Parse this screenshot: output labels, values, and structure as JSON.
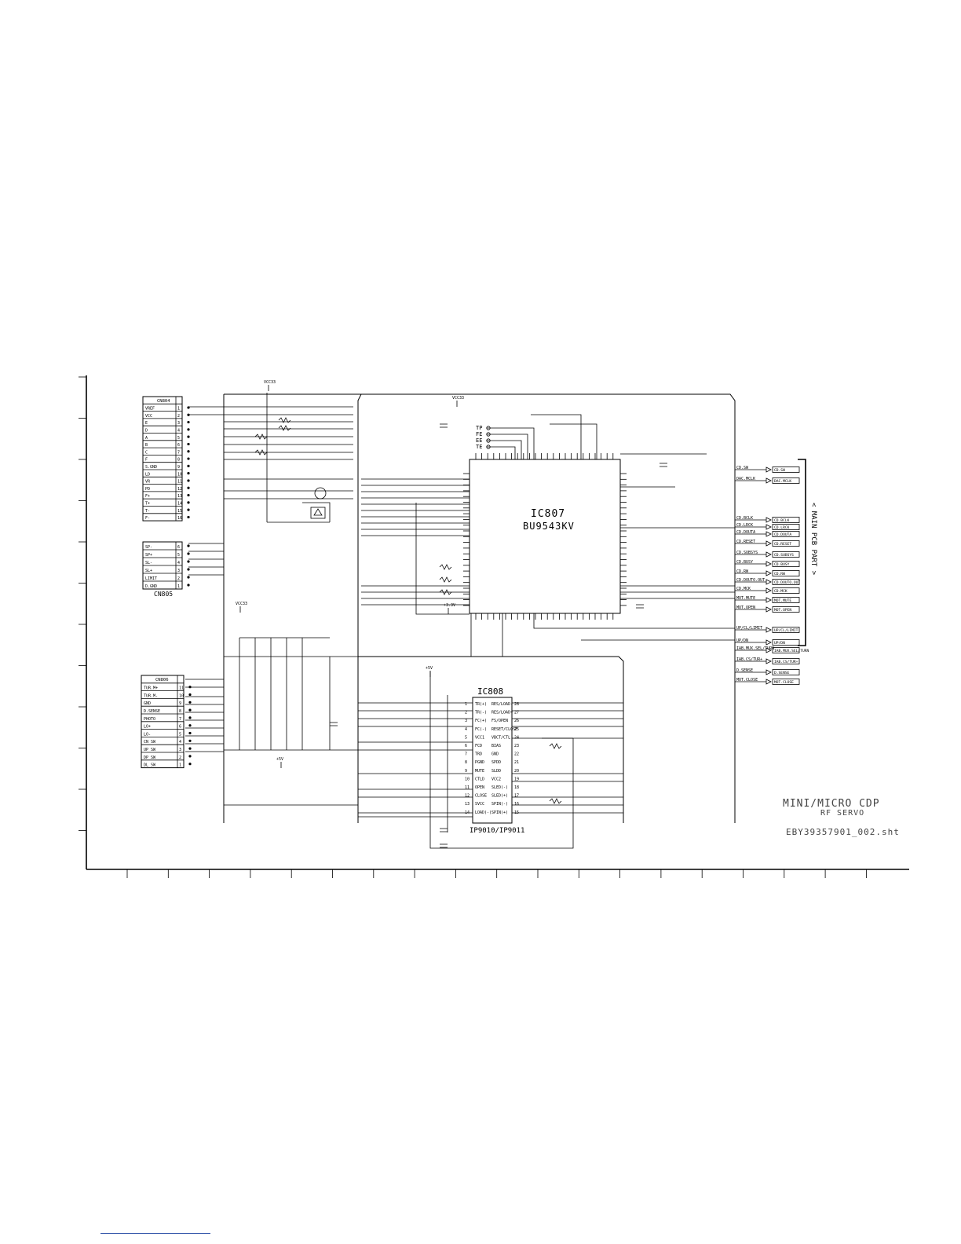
{
  "connectors": [
    {
      "name": "CN804",
      "pins": [
        {
          "n": "1",
          "sig": "VREF"
        },
        {
          "n": "2",
          "sig": "VCC"
        },
        {
          "n": "3",
          "sig": "E"
        },
        {
          "n": "4",
          "sig": "D"
        },
        {
          "n": "5",
          "sig": "A"
        },
        {
          "n": "6",
          "sig": "B"
        },
        {
          "n": "7",
          "sig": "C"
        },
        {
          "n": "8",
          "sig": "F"
        },
        {
          "n": "9",
          "sig": "S.GND"
        },
        {
          "n": "10",
          "sig": "LD"
        },
        {
          "n": "11",
          "sig": "VR"
        },
        {
          "n": "12",
          "sig": "PD"
        },
        {
          "n": "13",
          "sig": "F+"
        },
        {
          "n": "14",
          "sig": "T+"
        },
        {
          "n": "15",
          "sig": "T-"
        },
        {
          "n": "16",
          "sig": "F-"
        }
      ]
    },
    {
      "name": "CN805",
      "pins": [
        {
          "n": "6",
          "sig": "SP-"
        },
        {
          "n": "5",
          "sig": "SP+"
        },
        {
          "n": "4",
          "sig": "SL-"
        },
        {
          "n": "3",
          "sig": "SL+"
        },
        {
          "n": "2",
          "sig": "LIMIT"
        },
        {
          "n": "1",
          "sig": "D.GND"
        }
      ]
    },
    {
      "name": "CN806",
      "pins": [
        {
          "n": "11",
          "sig": "TUR.M+"
        },
        {
          "n": "10",
          "sig": "TUR.M-"
        },
        {
          "n": "9",
          "sig": "GND"
        },
        {
          "n": "8",
          "sig": "D.SENSE"
        },
        {
          "n": "7",
          "sig": "PHOTO"
        },
        {
          "n": "6",
          "sig": "LO+"
        },
        {
          "n": "5",
          "sig": "LO-"
        },
        {
          "n": "4",
          "sig": "CN SW"
        },
        {
          "n": "3",
          "sig": "UP SW"
        },
        {
          "n": "2",
          "sig": "DP SW"
        },
        {
          "n": "1",
          "sig": "DL SW"
        }
      ]
    }
  ],
  "ics": {
    "ic807": {
      "ref": "IC807",
      "part": "BU9543KV"
    },
    "ic808": {
      "ref": "IC808",
      "part": "IP9010/IP9011",
      "left_pins": [
        {
          "n": "1",
          "sig": "TR(+)"
        },
        {
          "n": "2",
          "sig": "TR(-)"
        },
        {
          "n": "3",
          "sig": "FC(+)"
        },
        {
          "n": "4",
          "sig": "FC(-)"
        },
        {
          "n": "5",
          "sig": "VCC1"
        },
        {
          "n": "6",
          "sig": "FCD"
        },
        {
          "n": "7",
          "sig": "TRD"
        },
        {
          "n": "8",
          "sig": "PGND"
        },
        {
          "n": "9",
          "sig": "MUTE"
        },
        {
          "n": "10",
          "sig": "CTLD"
        },
        {
          "n": "11",
          "sig": "OPEN"
        },
        {
          "n": "12",
          "sig": "CLOSE"
        },
        {
          "n": "13",
          "sig": "SVCC"
        },
        {
          "n": "14",
          "sig": "LOAD(-)"
        }
      ],
      "right_pins": [
        {
          "n": "28",
          "sig": "RES/LOAD-"
        },
        {
          "n": "27",
          "sig": "RES/LOAD+"
        },
        {
          "n": "26",
          "sig": "FS/OPEN"
        },
        {
          "n": "25",
          "sig": "RESET/CLOSE"
        },
        {
          "n": "24",
          "sig": "VBCT/CTL"
        },
        {
          "n": "23",
          "sig": "BIAS"
        },
        {
          "n": "22",
          "sig": "GND"
        },
        {
          "n": "21",
          "sig": "SPDD"
        },
        {
          "n": "20",
          "sig": "SLDD"
        },
        {
          "n": "19",
          "sig": "VCC2"
        },
        {
          "n": "18",
          "sig": "SLED(-)"
        },
        {
          "n": "17",
          "sig": "SLED(+)"
        },
        {
          "n": "16",
          "sig": "SPIN(-)"
        },
        {
          "n": "15",
          "sig": "SPIN(+)"
        }
      ]
    }
  },
  "test_points": [
    "TP",
    "FE",
    "EE",
    "TE"
  ],
  "power_labels": [
    "VCC33",
    "VCC33",
    "VCC33",
    "+5V",
    "+5V",
    "+3.3V"
  ],
  "output_labels": [
    "CD.SW",
    "DAC.MCLK",
    "CD.BCLK",
    "CD.LRCK",
    "CD.DOUTA",
    "CD.RESET",
    "CD.SUBSYS",
    "CD.BUSY",
    "CD.RW",
    "CD.DOUTO.OUT",
    "CD.MCK",
    "MOT.MUTE",
    "MOT.OPEN",
    "UP/CL/LIMIT",
    "UP/DN",
    "IAB.MUX.SEL/TURN",
    "IAB.CS/TUR+",
    "D.SENSE",
    "MOT.CLOSE"
  ],
  "side_note": "< MAIN PCB PART >",
  "title_block": {
    "line1": "MINI/MICRO CDP",
    "line2": "RF SERVO",
    "line3": "EBY39357901_002.sht"
  }
}
